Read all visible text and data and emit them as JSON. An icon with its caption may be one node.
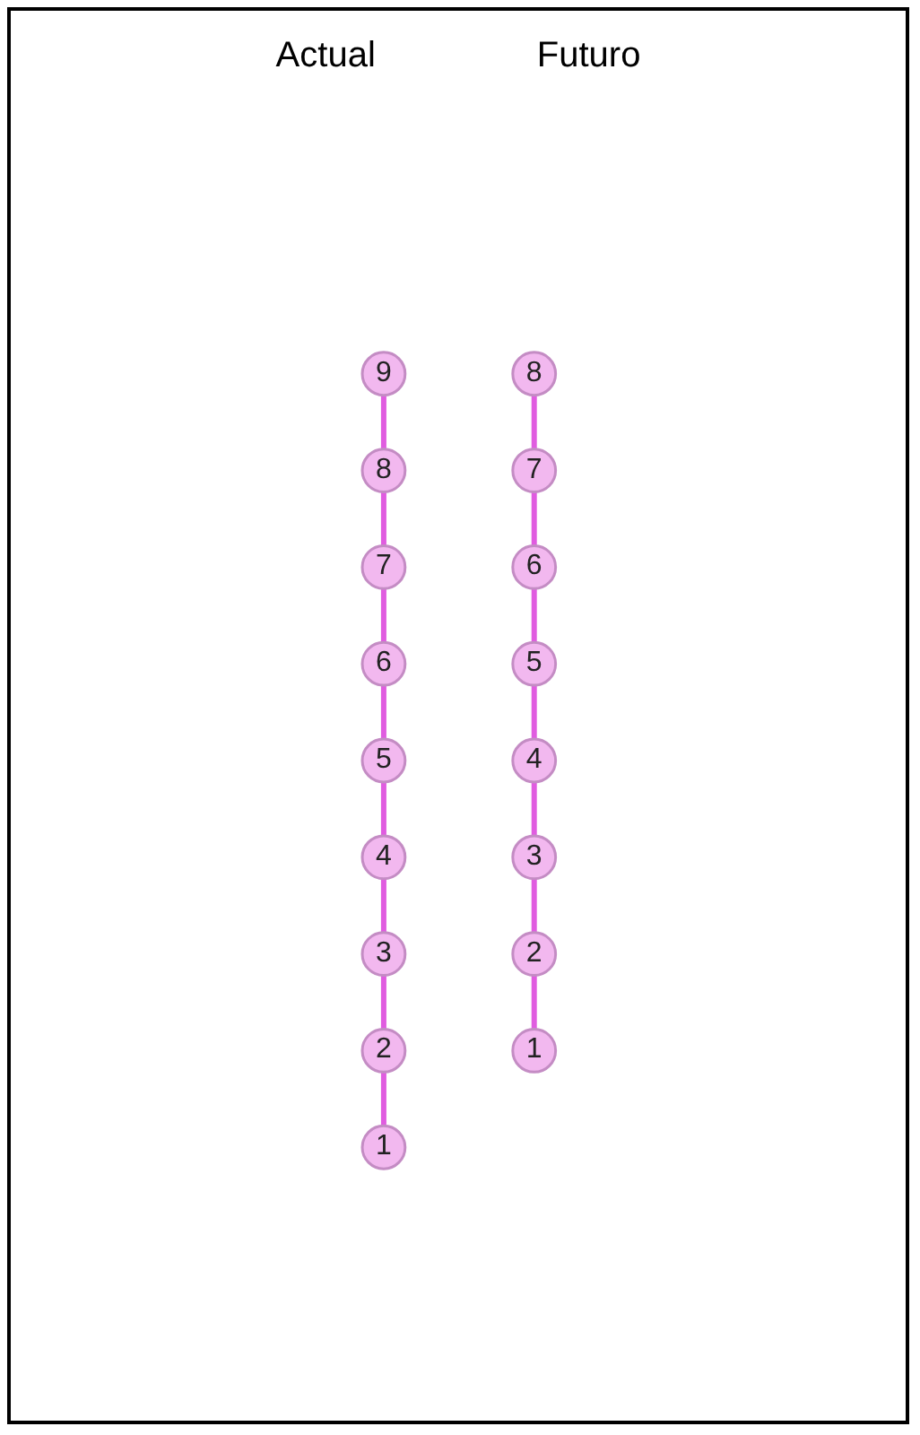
{
  "diagram": {
    "nodes": [
      {
        "text": [
          "9"
        ]
      },
      {
        "text": [
          "8"
        ]
      },
      {
        "text": [
          "7"
        ]
      },
      {
        "text": [
          "6"
        ]
      },
      {
        "text": [
          "5"
        ]
      },
      {
        "text": [
          "4"
        ]
      },
      {
        "text": [
          "3"
        ]
      },
      {
        "text": [
          "2"
        ]
      },
      {
        "text": [
          "1"
        ]
      },
      {
        "text": [
          "8"
        ]
      },
      {
        "text": [
          "7"
        ]
      },
      {
        "text": [
          "6"
        ]
      },
      {
        "text": [
          "5"
        ]
      },
      {
        "text": [
          "4"
        ]
      },
      {
        "text": [
          "3"
        ]
      },
      {
        "text": [
          "2"
        ]
      },
      {
        "text": [
          "1"
        ]
      }
    ],
    "edges": [
      {
        "from": 0,
        "to": 1,
        "arrow": "none"
      },
      {
        "from": 1,
        "to": 2,
        "arrow": "none"
      },
      {
        "from": 2,
        "to": 3,
        "arrow": "none"
      },
      {
        "from": 3,
        "to": 4,
        "arrow": "none"
      },
      {
        "from": 4,
        "to": 5,
        "arrow": "none"
      },
      {
        "from": 5,
        "to": 6,
        "arrow": "none"
      },
      {
        "from": 6,
        "to": 7,
        "arrow": "none"
      },
      {
        "from": 7,
        "to": 8,
        "arrow": "none"
      },
      {
        "from": 9,
        "to": 10,
        "arrow": "none"
      },
      {
        "from": 10,
        "to": 11,
        "arrow": "none"
      },
      {
        "from": 11,
        "to": 12,
        "arrow": "none"
      },
      {
        "from": 12,
        "to": 13,
        "arrow": "none"
      },
      {
        "from": 13,
        "to": 14,
        "arrow": "none"
      },
      {
        "from": 14,
        "to": 15,
        "arrow": "none"
      },
      {
        "from": 15,
        "to": 16,
        "arrow": "none"
      }
    ],
    "labels": [
      "Actual",
      "Futuro"
    ]
  }
}
